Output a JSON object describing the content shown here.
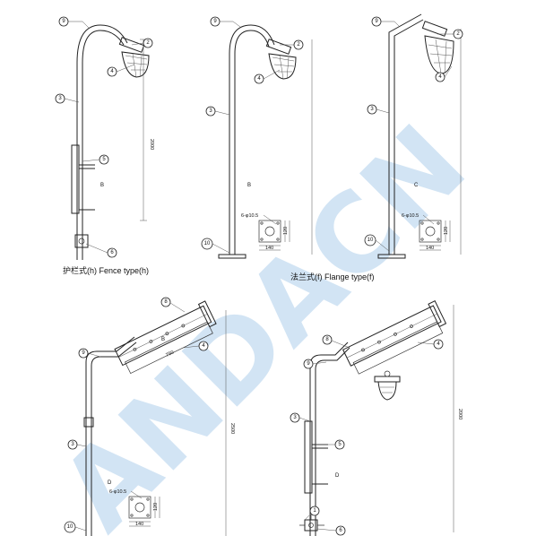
{
  "watermark": "ANDACN",
  "captions": {
    "fence": "护栏式(h) Fence type(h)",
    "flange": "法兰式(f) Flange type(f)"
  },
  "dims": {
    "height_small": "2000",
    "height_large": "2500",
    "arm_length": "750",
    "holes": "6-φ10.5",
    "flange_w": "140",
    "flange_h": "120"
  },
  "letters": {
    "b": "B",
    "c": "C",
    "d": "D"
  },
  "parts": {
    "p1": "1",
    "p2": "2",
    "p3": "3",
    "p4": "4",
    "p5": "5",
    "p6": "6",
    "p8": "8",
    "p9": "9",
    "p10": "10"
  }
}
